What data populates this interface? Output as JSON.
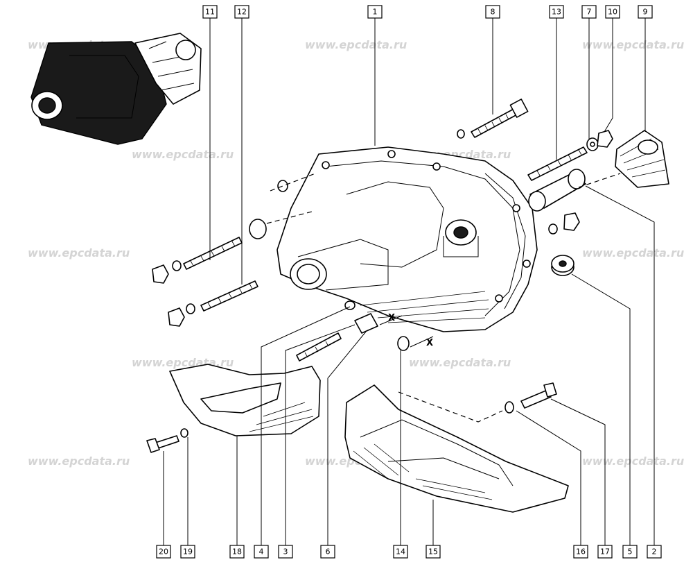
{
  "watermark": "www.epcdata.ru",
  "axis_mark": "X",
  "callouts": [
    {
      "label": "11"
    },
    {
      "label": "12"
    },
    {
      "label": "1"
    },
    {
      "label": "8"
    },
    {
      "label": "13"
    },
    {
      "label": "7"
    },
    {
      "label": "10"
    },
    {
      "label": "9"
    },
    {
      "label": "20"
    },
    {
      "label": "19"
    },
    {
      "label": "18"
    },
    {
      "label": "4"
    },
    {
      "label": "3"
    },
    {
      "label": "6"
    },
    {
      "label": "14"
    },
    {
      "label": "15"
    },
    {
      "label": "16"
    },
    {
      "label": "17"
    },
    {
      "label": "5"
    },
    {
      "label": "2"
    }
  ]
}
